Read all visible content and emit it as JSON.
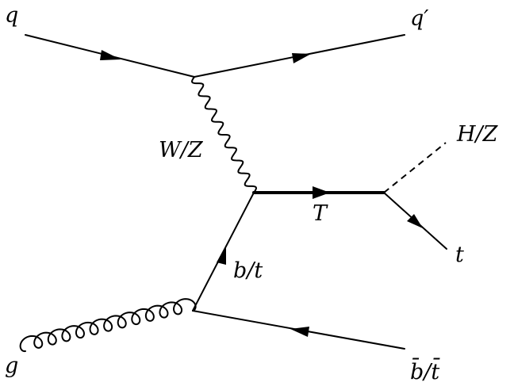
{
  "diagram": {
    "labels": {
      "q_in": "q",
      "q_out": "q′",
      "boson": "W/Z",
      "higgs_z": "H/Z",
      "vlq": "T",
      "top": "t",
      "b_t": "b/t",
      "gluon": "g",
      "bbar_tbar": "b̄/t̄"
    }
  }
}
